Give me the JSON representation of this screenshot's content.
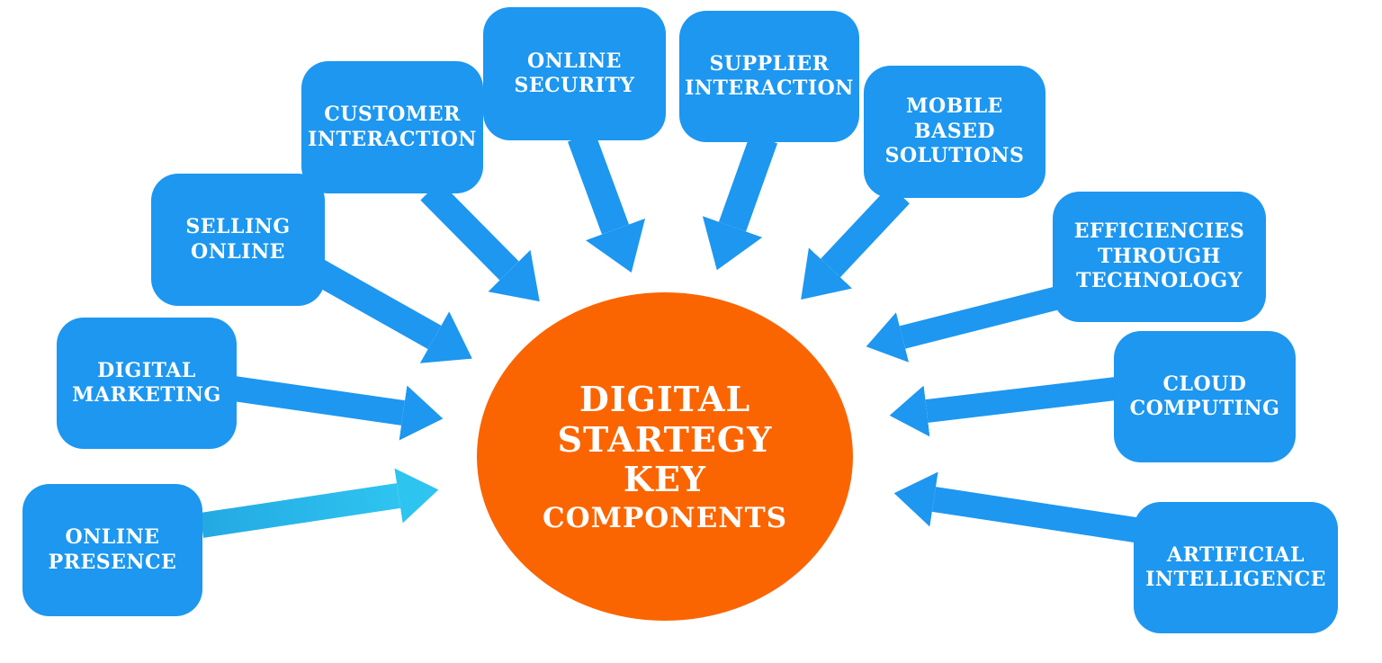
{
  "diagram": {
    "center": {
      "title": "DIGITAL\nSTARTEGY\nKEY",
      "subtitle": "COMPONENTS"
    },
    "nodes": [
      {
        "id": "online-presence",
        "label": "ONLINE\nPRESENCE"
      },
      {
        "id": "digital-marketing",
        "label": "DIGITAL\nMARKETING"
      },
      {
        "id": "selling-online",
        "label": "SELLING\nONLINE"
      },
      {
        "id": "customer-interaction",
        "label": "CUSTOMER\nINTERACTION"
      },
      {
        "id": "online-security",
        "label": "ONLINE\nSECURITY"
      },
      {
        "id": "supplier-interaction",
        "label": "SUPPLIER\nINTERACTION"
      },
      {
        "id": "mobile-based-solutions",
        "label": "MOBILE\nBASED\nSOLUTIONS"
      },
      {
        "id": "efficiencies-through-technology",
        "label": "EFFICIENCIES\nTHROUGH\nTECHNOLOGY"
      },
      {
        "id": "cloud-computing",
        "label": "CLOUD\nCOMPUTING"
      },
      {
        "id": "artificial-intelligence",
        "label": "ARTIFICIAL\nINTELLIGENCE"
      }
    ],
    "connections": [
      {
        "from": "online-presence",
        "to": "center",
        "arrow_color": "#2ec4f0"
      },
      {
        "from": "digital-marketing",
        "to": "center",
        "arrow_color": "#1d97f0"
      },
      {
        "from": "selling-online",
        "to": "center",
        "arrow_color": "#1d97f0"
      },
      {
        "from": "customer-interaction",
        "to": "center",
        "arrow_color": "#1d97f0"
      },
      {
        "from": "online-security",
        "to": "center",
        "arrow_color": "#1d97f0"
      },
      {
        "from": "supplier-interaction",
        "to": "center",
        "arrow_color": "#1d97f0"
      },
      {
        "from": "mobile-based-solutions",
        "to": "center",
        "arrow_color": "#1d97f0"
      },
      {
        "from": "efficiencies-through-technology",
        "to": "center",
        "arrow_color": "#1d97f0"
      },
      {
        "from": "cloud-computing",
        "to": "center",
        "arrow_color": "#1d97f0"
      },
      {
        "from": "artificial-intelligence",
        "to": "center",
        "arrow_color": "#1d97f0"
      }
    ]
  },
  "colors": {
    "node-blue": "#1d97f0",
    "arrow-blue": "#1d97f0",
    "arrow-cyan-start": "#24a9e2",
    "arrow-cyan-end": "#2ec4f0",
    "center-orange": "#fa6502",
    "text-white": "#ffffff",
    "background": "#ffffff"
  }
}
